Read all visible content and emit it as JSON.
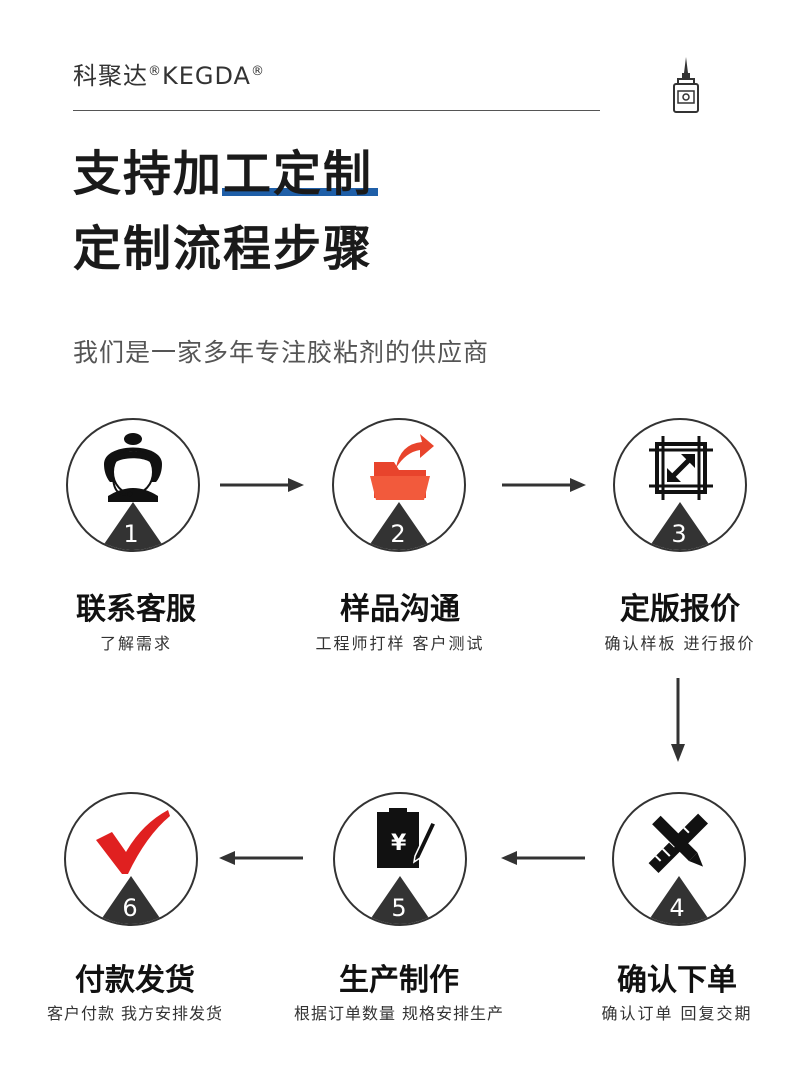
{
  "header": {
    "brand_cn": "科聚达",
    "brand_en": "KEGDA",
    "reg": "®"
  },
  "titles": {
    "line1": "支持加工定制",
    "line2": "定制流程步骤"
  },
  "subtitle": "我们是一家多年专注胶粘剂的供应商",
  "steps": [
    {
      "number": "1",
      "title": "联系客服",
      "desc": "了解需求",
      "icon": "customer-service-icon"
    },
    {
      "number": "2",
      "title": "样品沟通",
      "desc": "工程师打样 客户测试",
      "icon": "folder-share-icon"
    },
    {
      "number": "3",
      "title": "定版报价",
      "desc": "确认样板 进行报价",
      "icon": "resize-frame-icon"
    },
    {
      "number": "4",
      "title": "确认下单",
      "desc": "确认订单 回复交期",
      "icon": "pencil-ruler-icon"
    },
    {
      "number": "5",
      "title": "生产制作",
      "desc": "根据订单数量 规格安排生产",
      "icon": "yen-clipboard-icon"
    },
    {
      "number": "6",
      "title": "付款发货",
      "desc": "客户付款 我方安排发货",
      "icon": "checkmark-icon"
    }
  ],
  "colors": {
    "accent": "#1f5fa8",
    "folder": "#e8442c",
    "check": "#e02020",
    "dark": "#333333"
  }
}
